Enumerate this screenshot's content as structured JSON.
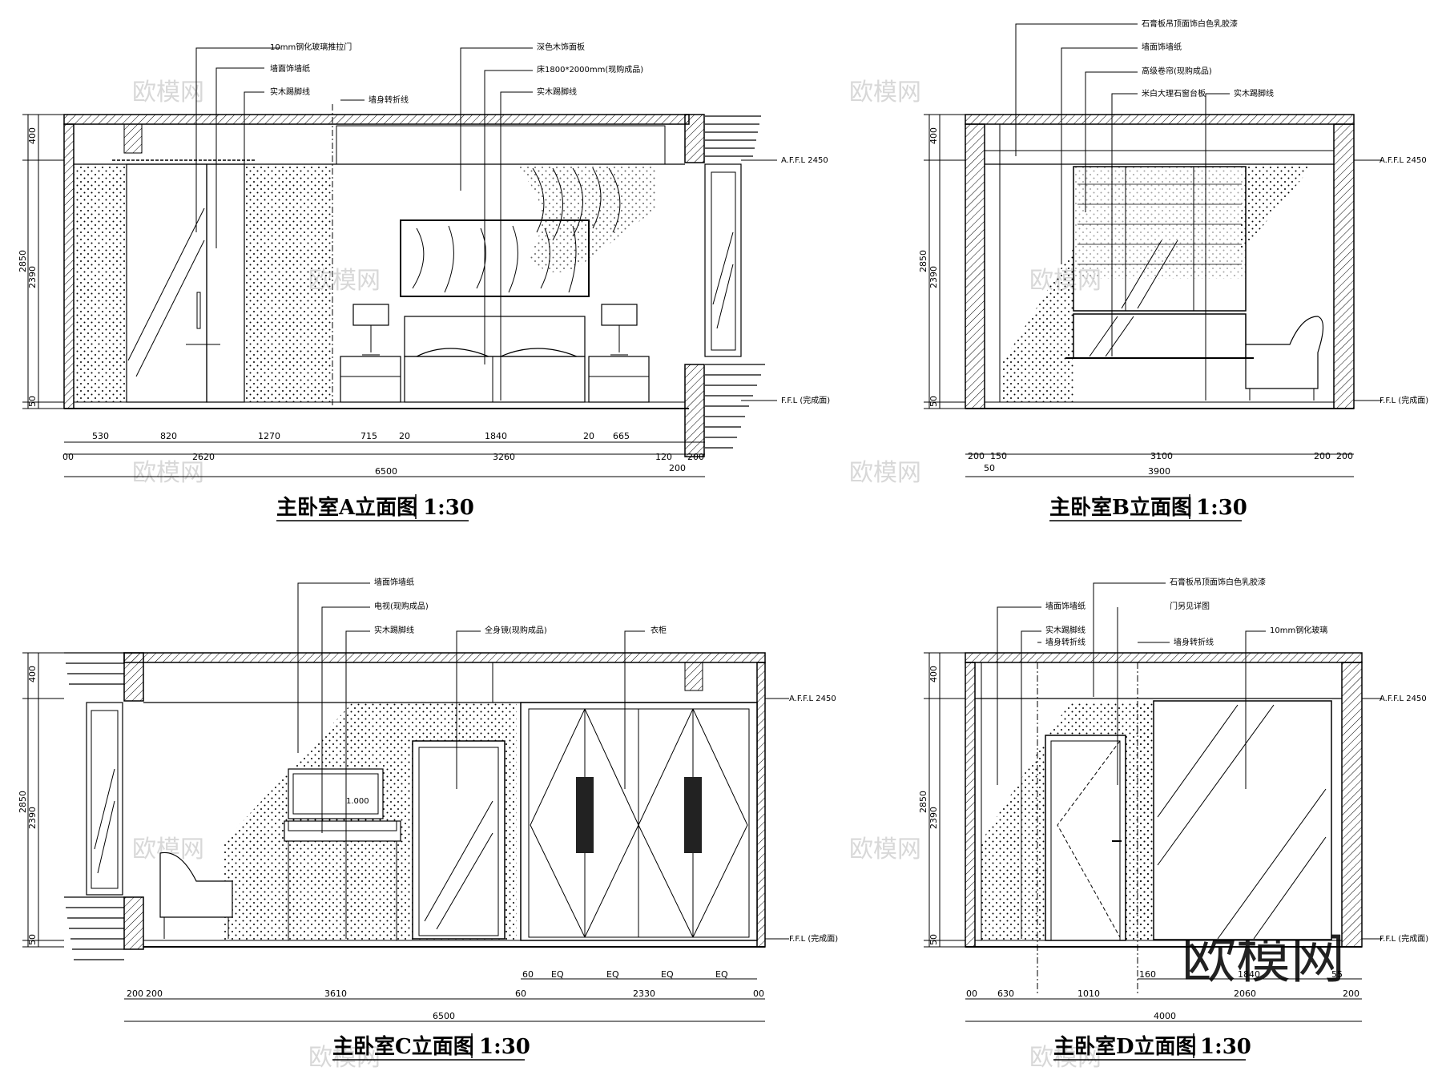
{
  "colors": {
    "line": "#000000",
    "paper": "#ffffff",
    "watermark": "#d8d8d8"
  },
  "watermark": {
    "text": "欧模网",
    "url": "www.om.cn"
  },
  "panels": {
    "A": {
      "title": "主卧室A立面图",
      "scale": "1:30",
      "annotations": [
        "10mm钢化玻璃推拉门",
        "墙面饰墙纸",
        "实木踢脚线",
        "墙身转折线",
        "深色木饰面板",
        "床1800*2000mm(现购成品)",
        "实木踢脚线"
      ],
      "levels": {
        "upper": "A.F.F.L  2450",
        "floor": "F.F.L (完成面)"
      },
      "vertical_dims": [
        "400",
        "2390",
        "50",
        "2850"
      ],
      "dims_row1": [
        "530",
        "820",
        "1270",
        "715",
        "20",
        "1840",
        "20",
        "665",
        "120",
        "200"
      ],
      "dims_row2": [
        "00",
        "2620",
        "3260"
      ],
      "dims_total": [
        "6500",
        "200"
      ]
    },
    "B": {
      "title": "主卧室B立面图",
      "scale": "1:30",
      "annotations": [
        "石膏板吊顶面饰白色乳胶漆",
        "墙面饰墙纸",
        "高级卷帘(现购成品)",
        "米白大理石窗台板",
        "实木踢脚线"
      ],
      "levels": {
        "upper": "A.F.F.L  2450",
        "floor": "F.F.L (完成面)"
      },
      "vertical_dims": [
        "400",
        "2390",
        "50",
        "2850"
      ],
      "dims_row2": [
        "200",
        "150",
        "3100",
        "200",
        "200"
      ],
      "dims_sub": [
        "50"
      ],
      "dims_total": [
        "3900"
      ]
    },
    "C": {
      "title": "主卧室C立面图",
      "scale": "1:30",
      "annotations": [
        "墙面饰墙纸",
        "电视(现购成品)",
        "实木踢脚线",
        "全身镜(现购成品)",
        "衣柜"
      ],
      "levels": {
        "upper": "A.F.F.L  2450",
        "floor": "F.F.L (完成面)"
      },
      "vertical_dims": [
        "400",
        "2390",
        "50",
        "2850"
      ],
      "dims_row1": [
        "60",
        "EQ",
        "EQ",
        "EQ",
        "EQ"
      ],
      "dims_row2": [
        "200",
        "200",
        "3610",
        "60",
        "2330",
        "00"
      ],
      "dims_total": [
        "6500"
      ],
      "inline_label": "1.000"
    },
    "D": {
      "title": "主卧室D立面图",
      "scale": "1:30",
      "annotations": [
        "石膏板吊顶面饰白色乳胶漆",
        "墙面饰墙纸",
        "门另见详图",
        "实木踢脚线",
        "墙身转折线",
        "墙身转折线",
        "10mm钢化玻璃"
      ],
      "levels": {
        "upper": "A.F.F.L  2450",
        "floor": "F.F.L (完成面)"
      },
      "vertical_dims": [
        "400",
        "2390",
        "50",
        "2850"
      ],
      "dims_row1": [
        "160",
        "1840",
        "55"
      ],
      "dims_row2": [
        "00",
        "630",
        "1010",
        "2060",
        "200"
      ],
      "dims_total": [
        "4000"
      ]
    }
  }
}
